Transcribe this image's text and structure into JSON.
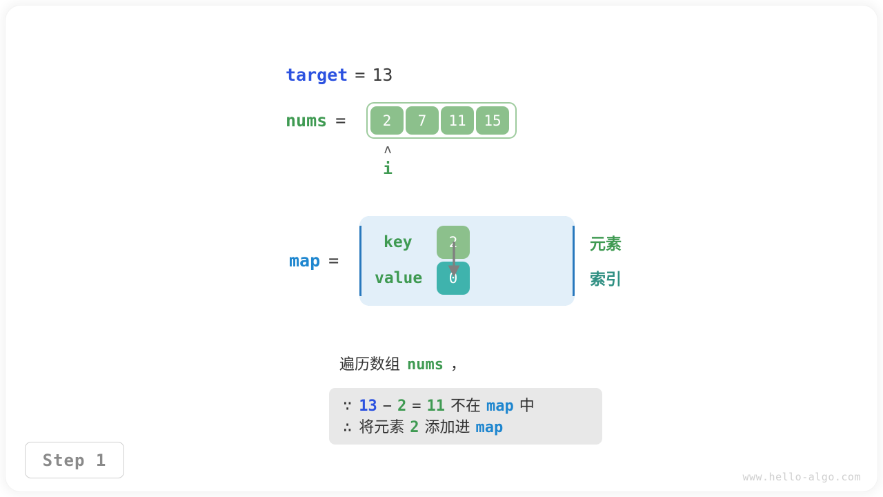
{
  "watermark": "www.hello-algo.com",
  "step_badge": {
    "label": "Step 1"
  },
  "target": {
    "name": "target",
    "equals": "=",
    "value": "13"
  },
  "nums": {
    "name": "nums",
    "equals": "=",
    "cells": [
      "2",
      "7",
      "11",
      "15"
    ],
    "pointer": {
      "caret": "ʌ",
      "label": "i",
      "index": 0
    }
  },
  "map": {
    "name": "map",
    "equals": "=",
    "key_label": "key",
    "value_label": "value",
    "key_chip": "2",
    "value_chip": "0",
    "side_labels": {
      "element": "元素",
      "index": "索引"
    }
  },
  "caption": {
    "prefix": "遍历数组",
    "code": "nums",
    "suffix": "，"
  },
  "note": {
    "line1": {
      "mark": "∵",
      "a": "13",
      "minus": "−",
      "b": "2",
      "eq": "=",
      "c": "11",
      "text": "不在",
      "code": "map",
      "tail": "中"
    },
    "line2": {
      "mark": "∴",
      "text1": "将元素",
      "num": "2",
      "text2": "添加进",
      "code": "map"
    }
  },
  "colors": {
    "green": "#3f9a52",
    "cell_green": "#8cc08c",
    "teal": "#3fb3ad",
    "blue": "#1e86cf",
    "navy": "#2c52e0",
    "map_bg": "#e2eff9",
    "map_border": "#2878bd",
    "note_bg": "#e8e8e8",
    "arrow_gray": "#808080"
  }
}
